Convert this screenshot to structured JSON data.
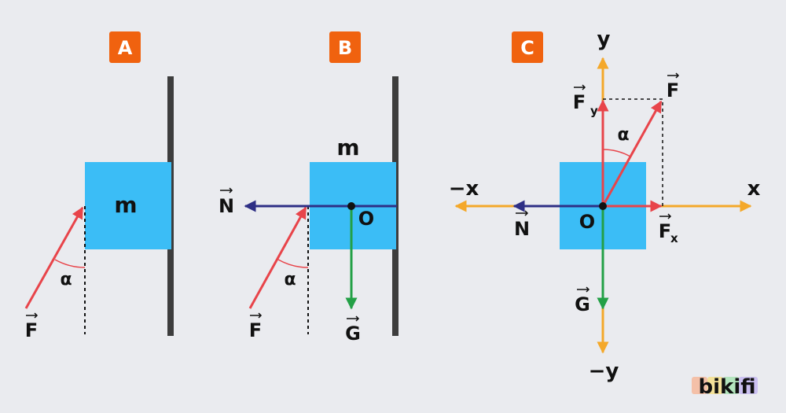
{
  "panels": {
    "a": {
      "badge": "A",
      "mass": "m",
      "force": "F",
      "angle": "α"
    },
    "b": {
      "badge": "B",
      "mass": "m",
      "origin": "O",
      "normal": "N",
      "force": "F",
      "gravity": "G",
      "angle": "α"
    },
    "c": {
      "badge": "C",
      "y_pos": "y",
      "y_neg": "−y",
      "x_pos": "x",
      "x_neg": "−x",
      "origin": "O",
      "force": "F",
      "force_y_base": "F",
      "force_y_sub": "y",
      "force_x_base": "F",
      "force_x_sub": "x",
      "normal": "N",
      "gravity": "G",
      "angle": "α"
    }
  },
  "logo": {
    "text": "bikifi"
  },
  "colors": {
    "block": "#3bbdf6",
    "wall": "#3d3d3d",
    "force": "#e8444a",
    "normal": "#2e2f85",
    "gravity": "#23a046",
    "axis": "#f4a82a",
    "badge": "#f0620f",
    "background": "#eaebef"
  },
  "icons": {
    "vector_mark": "right-arrow-over-letter"
  }
}
